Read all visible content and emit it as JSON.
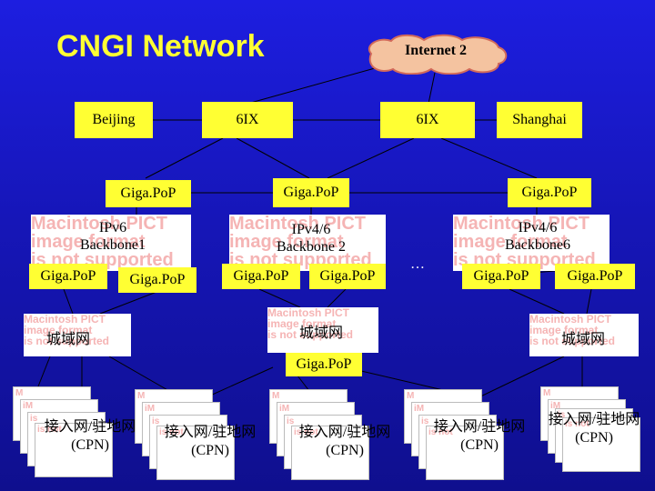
{
  "title": "CNGI Network",
  "internet2": "Internet 2",
  "labels": {
    "beijing": "Beijing",
    "shanghai": "Shanghai",
    "ix_left": "6IX",
    "ix_right": "6IX"
  },
  "gigapop": "Giga.PoP",
  "backbones": {
    "left": [
      "IPv6",
      "Backbone1"
    ],
    "middle": [
      "IPv4/6",
      "Backbone 2"
    ],
    "right": [
      "IPv4/6",
      "Backbone6"
    ]
  },
  "ellipsis": "…",
  "metro": "城域网",
  "access_line1": "接入网/驻地网",
  "access_line2": "(CPN)",
  "placeholder": [
    "Macintosh PICT",
    "image format",
    "is not supported"
  ],
  "card_text": [
    "M",
    "iM",
    "is",
    "is not"
  ],
  "colors": {
    "background": "#1616b8",
    "title": "#ffff33",
    "node": "#ffff33",
    "cloud": "#f4c3a0"
  }
}
